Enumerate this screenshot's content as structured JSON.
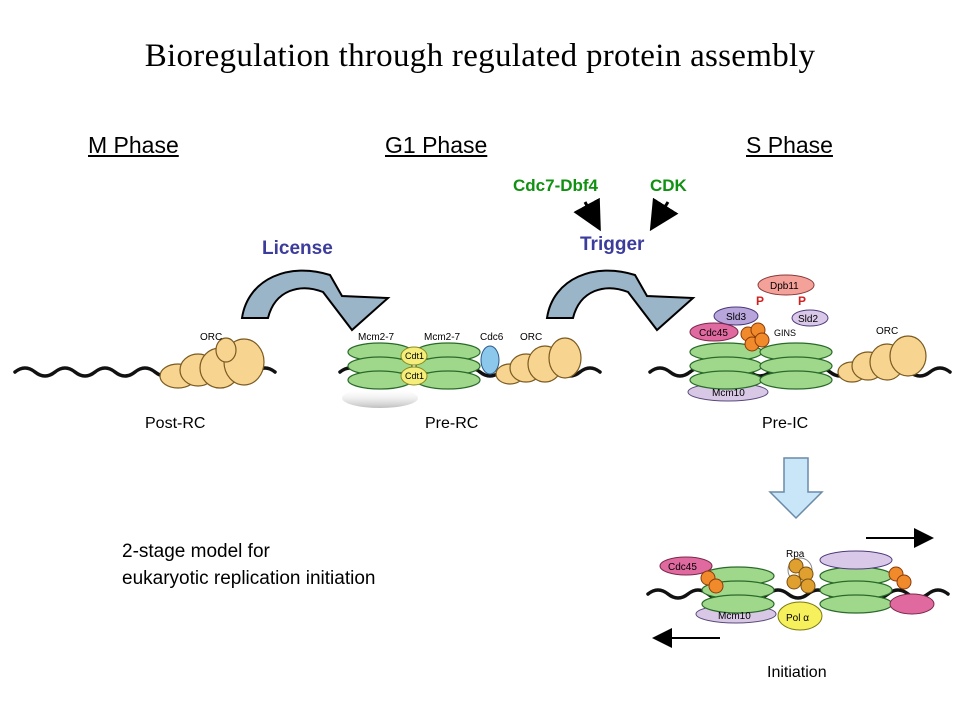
{
  "title": "Bioregulation through regulated protein assembly",
  "phases": {
    "m": "M Phase",
    "g1": "G1 Phase",
    "s": "S Phase"
  },
  "kinases": {
    "cdc7": "Cdc7-Dbf4",
    "cdk": "CDK"
  },
  "steps": {
    "license": "License",
    "trigger": "Trigger"
  },
  "stages": {
    "post_rc": "Post-RC",
    "pre_rc": "Pre-RC",
    "pre_ic": "Pre-IC",
    "initiation": "Initiation"
  },
  "caption": {
    "line1": "2-stage model for",
    "line2": "eukaryotic replication initiation"
  },
  "proteins": {
    "orc": "ORC",
    "mcm": "Mcm2-7",
    "cdt1": "Cdt1",
    "cdc6": "Cdc6",
    "dpb11": "Dpb11",
    "sld3": "Sld3",
    "sld2": "Sld2",
    "cdc45": "Cdc45",
    "gins": "GINS",
    "mcm10": "Mcm10",
    "rpa": "Rpa",
    "pol": "Pol α",
    "p": "P"
  },
  "colors": {
    "orc": "#f7d48f",
    "mcm": "#9fd88a",
    "cdt1": "#f5ee7a",
    "cdc6": "#8cc8ec",
    "dpb11": "#f4a19a",
    "sld3": "#b7a5dc",
    "sld2": "#d9c8e8",
    "cdc45": "#e06aa0",
    "gins": "#f08a2a",
    "mcm10": "#d8c7e5",
    "pol": "#f6f05c",
    "rpa": "#e0a030",
    "arrow_fill": "#9ab4c8",
    "arrow_light": "#c8e6f8",
    "kinase_green": "#119111",
    "step_blue": "#3c3c9c"
  }
}
